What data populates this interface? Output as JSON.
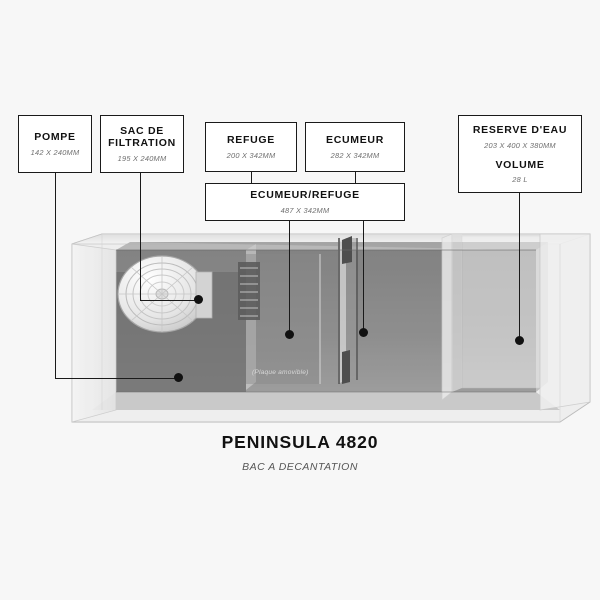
{
  "page": {
    "background": "#f7f7f7",
    "accent": "#111111"
  },
  "callouts": [
    {
      "name": "pompe",
      "title": "POMPE",
      "sub": "142 X 240MM"
    },
    {
      "name": "sac-de-filtration",
      "title": "SAC DE FILTRATION",
      "title_line1": "SAC DE",
      "title_line2": "FILTRATION",
      "sub": "195 X 240MM"
    },
    {
      "name": "refuge",
      "title": "REFUGE",
      "sub": "200 X 342MM"
    },
    {
      "name": "ecumeur",
      "title": "ECUMEUR",
      "sub": "282 X 342MM"
    },
    {
      "name": "ecumeur-refuge",
      "title": "ECUMEUR/REFUGE",
      "sub": "487 X 342MM"
    },
    {
      "name": "reserve-eau",
      "title": "RESERVE D'EAU",
      "sub": "203 X 400 X 380MM",
      "title2": "VOLUME",
      "sub2": "28 L"
    }
  ],
  "diagram": {
    "plaque_note": "(Plaque amovible)",
    "caption_title": "PENINSULA 4820",
    "caption_subtitle": "BAC A DECANTATION"
  }
}
